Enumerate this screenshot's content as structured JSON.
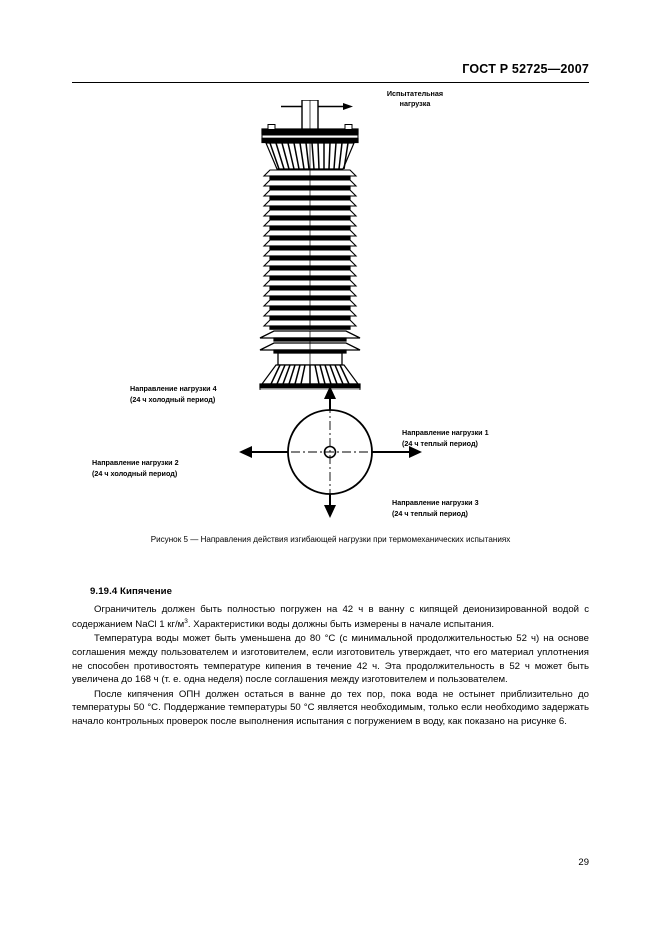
{
  "header": {
    "standard": "ГОСТ Р 52725—2007"
  },
  "figure": {
    "callout": {
      "line1": "Испытательная",
      "line2": "нагрузка"
    },
    "directions": [
      {
        "id": "direction-1",
        "line1": "Направление нагрузки 1",
        "line2": "(24 ч теплый период)"
      },
      {
        "id": "direction-2",
        "line1": "Направление нагрузки 2",
        "line2": "(24 ч холодный период)"
      },
      {
        "id": "direction-3",
        "line1": "Направление нагрузки 3",
        "line2": "(24 ч теплый период)"
      },
      {
        "id": "direction-4",
        "line1": "Направление нагрузки 4",
        "line2": "(24 ч холодный период)"
      }
    ],
    "caption": "Рисунок 5 — Направления действия изгибающей нагрузки при термомеханических испытаниях"
  },
  "body": {
    "section_heading": "9.19.4  Кипячение",
    "paragraph_1_a": "Ограничитель должен быть полностью погружен на 42 ч в ванну с кипящей деионизированной водой с содержанием NaCl 1 кг/м",
    "paragraph_1_sup": "3",
    "paragraph_1_b": ". Характеристики воды должны быть измерены в начале испытания.",
    "paragraph_2": "Температура воды может быть уменьшена до 80 °С (с минимальной продолжительностью 52 ч) на основе соглашения между пользователем и изготовителем, если изготовитель утверждает, что его материал уплотнения не способен противостоять температуре кипения в течение 42 ч. Эта продолжительность в 52 ч может быть увеличена до 168 ч (т. е. одна неделя) после соглашения между изготовителем и пользователем.",
    "paragraph_3": "После кипячения ОПН должен остаться в ванне до тех пор, пока вода не остынет приблизительно до температуры 50 °С. Поддержание температуры 50 °С является необходимым, только если необходимо задержать начало контрольных проверок после выполнения испытания с погружением в воду, как показано на рисунке 6."
  },
  "footer": {
    "page_number": "29"
  }
}
